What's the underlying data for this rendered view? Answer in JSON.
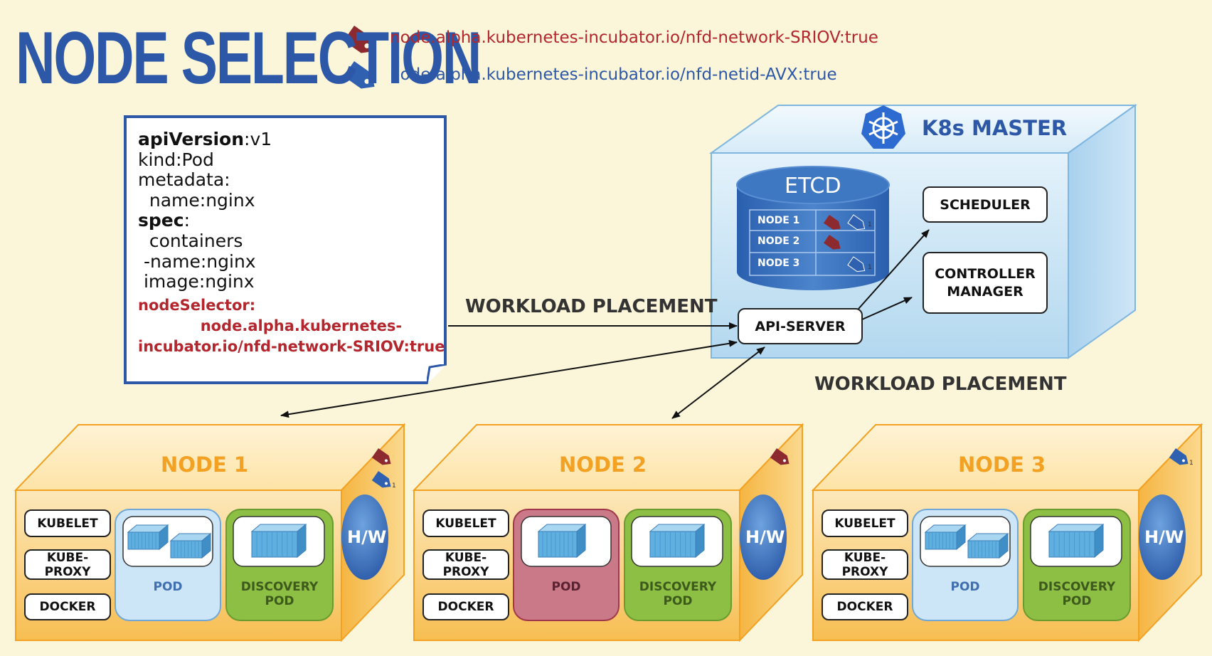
{
  "title": "NODE SELECTION",
  "labels": {
    "sriov": "node.alpha.kubernetes-incubator.io/nfd-network-SRIOV:true",
    "avx": "node.alpha.kubernetes-incubator.io/nfd-netid-AVX:true"
  },
  "yaml": {
    "apiVersion_key": "apiVersion",
    "apiVersion_val": ":v1",
    "kind": "kind:Pod",
    "metadata": "metadata:",
    "name": "  name:nginx",
    "spec_key": "spec",
    "spec_colon": ":",
    "containers": "  containers",
    "cname": " -name:nginx",
    "image": " image:nginx",
    "nodeSelector": "nodeSelector:",
    "selector_line1": "            node.alpha.kubernetes-",
    "selector_line2": "incubator.io/nfd-network-SRIOV:true"
  },
  "master": {
    "title": "K8s MASTER",
    "etcd": "ETCD",
    "etcd_rows": [
      "NODE 1",
      "NODE 2",
      "NODE 3"
    ],
    "scheduler": "SCHEDULER",
    "controller_manager": "CONTROLLER MANAGER",
    "api_server": "API-SERVER"
  },
  "workload_placement_1": "WORKLOAD PLACEMENT",
  "workload_placement_2": "WORKLOAD PLACEMENT",
  "nodes": [
    {
      "title": "NODE 1",
      "kubelet": "KUBELET",
      "kube_proxy": "KUBE-PROXY",
      "docker": "DOCKER",
      "pod": "POD",
      "discovery_l1": "DISCOVERY",
      "discovery_l2": "POD",
      "hw": "H/W",
      "tag_sub": "1"
    },
    {
      "title": "NODE 2",
      "kubelet": "KUBELET",
      "kube_proxy": "KUBE-PROXY",
      "docker": "DOCKER",
      "pod": "POD",
      "discovery_l1": "DISCOVERY",
      "discovery_l2": "POD",
      "hw": "H/W"
    },
    {
      "title": "NODE 3",
      "kubelet": "KUBELET",
      "kube_proxy": "KUBE-PROXY",
      "docker": "DOCKER",
      "pod": "POD",
      "discovery_l1": "DISCOVERY",
      "discovery_l2": "POD",
      "hw": "H/W",
      "tag_sub": "1"
    }
  ],
  "etcd_tag_sub": "1",
  "colors": {
    "background": "#fbf6d9",
    "title_blue": "#2d58a7",
    "sriov_red": "#b3262d",
    "avx_blue": "#2d58a7",
    "node_orange": "#f2a122",
    "pod_blue": "#cde6f7",
    "pod_red": "#c97987",
    "discovery_green": "#8dbf45"
  }
}
